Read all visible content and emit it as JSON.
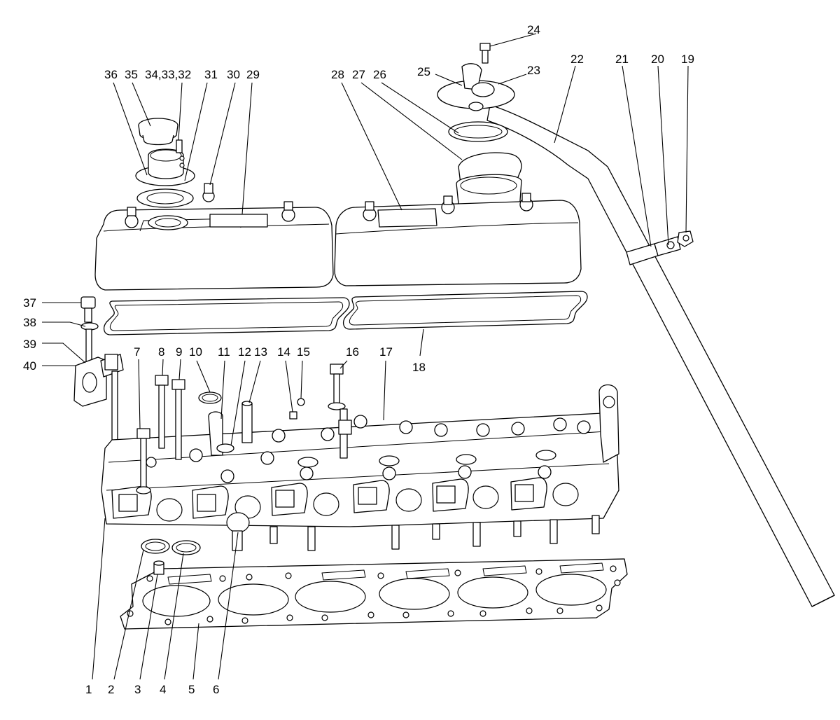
{
  "callouts": [
    {
      "text": "1"
    },
    {
      "text": "2"
    },
    {
      "text": "3"
    },
    {
      "text": "4"
    },
    {
      "text": "5"
    },
    {
      "text": "6"
    },
    {
      "text": "7"
    },
    {
      "text": "8"
    },
    {
      "text": "9"
    },
    {
      "text": "10"
    },
    {
      "text": "11"
    },
    {
      "text": "12"
    },
    {
      "text": "13"
    },
    {
      "text": "14"
    },
    {
      "text": "15"
    },
    {
      "text": "16"
    },
    {
      "text": "17"
    },
    {
      "text": "18"
    },
    {
      "text": "19"
    },
    {
      "text": "20"
    },
    {
      "text": "21"
    },
    {
      "text": "22"
    },
    {
      "text": "23"
    },
    {
      "text": "24"
    },
    {
      "text": "25"
    },
    {
      "text": "26"
    },
    {
      "text": "27"
    },
    {
      "text": "28"
    },
    {
      "text": "29"
    },
    {
      "text": "30"
    },
    {
      "text": "31"
    },
    {
      "text": "34,33,32"
    },
    {
      "text": "35"
    },
    {
      "text": "36"
    },
    {
      "text": "37"
    },
    {
      "text": "38"
    },
    {
      "text": "39"
    },
    {
      "text": "40"
    }
  ]
}
